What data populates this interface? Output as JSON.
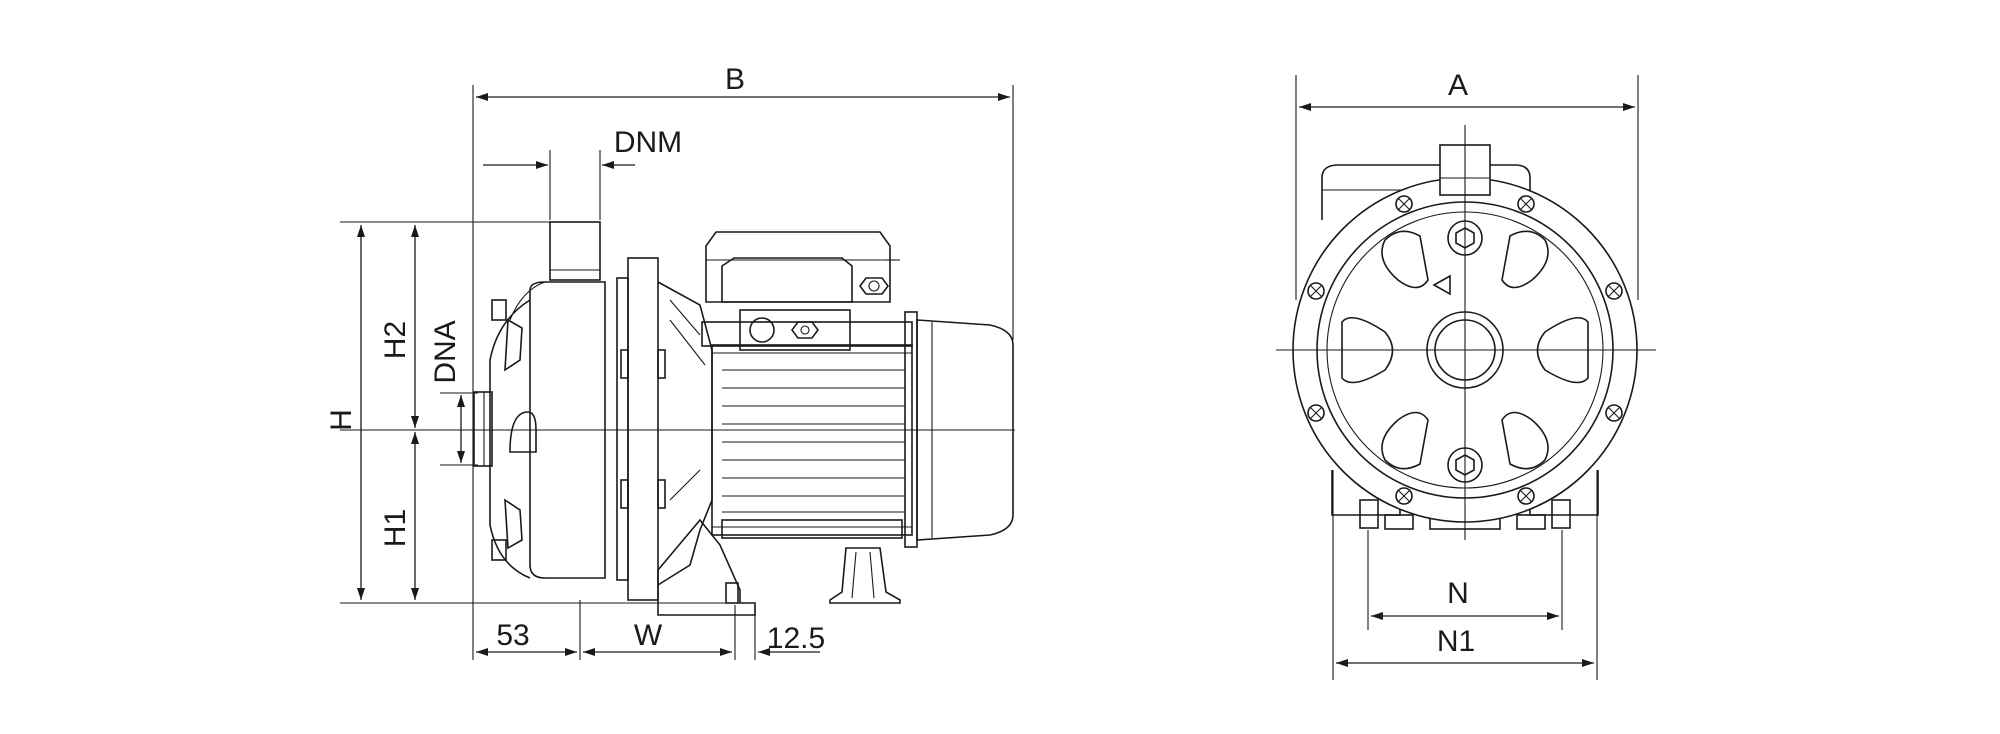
{
  "labels": {
    "B": "B",
    "DNM": "DNM",
    "H": "H",
    "H1": "H1",
    "H2": "H2",
    "DNA": "DNA",
    "d53": "53",
    "W": "W",
    "d12_5": "12.5",
    "A": "A",
    "N": "N",
    "N1": "N1"
  },
  "colors": {
    "line": "#1a1a1a",
    "background": "#ffffff"
  }
}
